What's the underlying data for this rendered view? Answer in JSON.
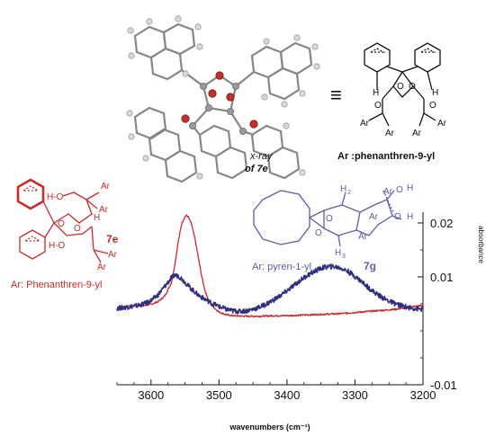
{
  "colors": {
    "red": "#cc2b2b",
    "blue": "#2e2f7f",
    "black": "#111111",
    "grey": "#8a8a8a",
    "structure_blue": "#5c5cae"
  },
  "xray": {
    "caption_line1": "x-ray",
    "caption_line2": "of 7e"
  },
  "right_structure": {
    "equiv_symbol": "≡",
    "atoms": {
      "h": "H",
      "o": "O",
      "ar": "Ar"
    },
    "caption": "Ar :phenanthren-9-yl"
  },
  "left_structure": {
    "atoms": {
      "h": "H",
      "o": "O",
      "ar": "Ar"
    },
    "hb_labels": [
      "H-O",
      "H-O"
    ],
    "compound": "7e",
    "ar_definition": "Ar: Phenanthren-9-yl"
  },
  "middle_structure": {
    "atoms": {
      "o": "O",
      "h": "H",
      "ar": "Ar",
      "h2": "H",
      "h3": "H"
    },
    "subscripts": {
      "h2": "2",
      "h3": "3"
    },
    "ar_definition": "Ar: pyren-1-yl",
    "compound": "7g"
  },
  "chart_data": {
    "type": "line",
    "xlabel": "wavenumbers (cm⁻¹)",
    "ylabel": "absorbance",
    "xlim": [
      3650,
      3200
    ],
    "ylim": [
      -0.01,
      0.022
    ],
    "x_ticks": [
      3600,
      3500,
      3400,
      3300,
      3200
    ],
    "x_tick_labels": [
      "3600",
      "3500",
      "3400",
      "3300",
      "3200"
    ],
    "y_ticks": [
      0.02,
      0.01,
      -0.01
    ],
    "y_tick_labels": [
      "0.02",
      "0.01",
      "-0.01"
    ],
    "grid": false,
    "series": [
      {
        "compound": "7e",
        "color": "#cc2b2b",
        "x": [
          3650,
          3630,
          3610,
          3600,
          3590,
          3580,
          3570,
          3565,
          3560,
          3555,
          3550,
          3548,
          3545,
          3540,
          3535,
          3530,
          3525,
          3520,
          3515,
          3510,
          3500,
          3490,
          3480,
          3460,
          3440,
          3420,
          3400,
          3380,
          3360,
          3340,
          3320,
          3300,
          3280,
          3260,
          3240,
          3220,
          3200
        ],
        "y": [
          0.0044,
          0.0046,
          0.0047,
          0.0049,
          0.0054,
          0.0064,
          0.0089,
          0.0122,
          0.0165,
          0.0198,
          0.0212,
          0.0214,
          0.0211,
          0.0196,
          0.0168,
          0.0133,
          0.0098,
          0.0072,
          0.0056,
          0.0046,
          0.0035,
          0.003,
          0.0028,
          0.0027,
          0.0027,
          0.0028,
          0.0028,
          0.0029,
          0.003,
          0.0031,
          0.0032,
          0.0034,
          0.0036,
          0.0038,
          0.004,
          0.0044,
          0.0047
        ]
      },
      {
        "compound": "7g",
        "color": "#2e2f7f",
        "x": [
          3650,
          3640,
          3630,
          3620,
          3610,
          3600,
          3590,
          3580,
          3570,
          3565,
          3560,
          3555,
          3550,
          3540,
          3530,
          3520,
          3510,
          3500,
          3490,
          3480,
          3470,
          3460,
          3450,
          3440,
          3430,
          3420,
          3410,
          3400,
          3390,
          3380,
          3370,
          3360,
          3350,
          3340,
          3330,
          3320,
          3310,
          3300,
          3290,
          3280,
          3270,
          3260,
          3250,
          3240,
          3230,
          3220,
          3210,
          3200
        ],
        "y": [
          0.0042,
          0.0043,
          0.0045,
          0.0047,
          0.005,
          0.0056,
          0.0066,
          0.0082,
          0.0098,
          0.0103,
          0.0102,
          0.0097,
          0.009,
          0.0077,
          0.0066,
          0.0058,
          0.0051,
          0.0045,
          0.004,
          0.0037,
          0.0036,
          0.0037,
          0.004,
          0.0044,
          0.005,
          0.0057,
          0.0065,
          0.0074,
          0.0084,
          0.0094,
          0.0103,
          0.011,
          0.0116,
          0.0119,
          0.0119,
          0.0116,
          0.011,
          0.0101,
          0.0091,
          0.008,
          0.007,
          0.0062,
          0.0055,
          0.005,
          0.0046,
          0.0043,
          0.0041,
          0.004
        ]
      }
    ]
  }
}
